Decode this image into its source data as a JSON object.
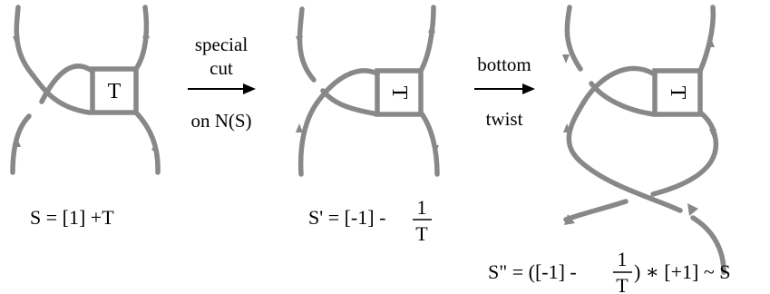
{
  "colors": {
    "strand": "#888888",
    "text": "#000000",
    "background": "#ffffff"
  },
  "tangles": [
    {
      "box_label": "T",
      "rotated": false
    },
    {
      "box_label": "T",
      "rotated": true
    },
    {
      "box_label": "T",
      "rotated": true
    }
  ],
  "operations": [
    {
      "above_line1": "special",
      "above_line2": "cut",
      "below": "on N(S)"
    },
    {
      "above_line1": "bottom",
      "above_line2": "",
      "below": "twist"
    }
  ],
  "equations": {
    "s": "S = [1] +T",
    "s_prime_lead": "S' = [-1] -",
    "s_prime_num": "1",
    "s_prime_den": "T",
    "s_dprime_lead": "S\" = ([-1] -",
    "s_dprime_num": "1",
    "s_dprime_den": "T",
    "s_dprime_tail": ") ∗ [+1]  ~  S"
  }
}
